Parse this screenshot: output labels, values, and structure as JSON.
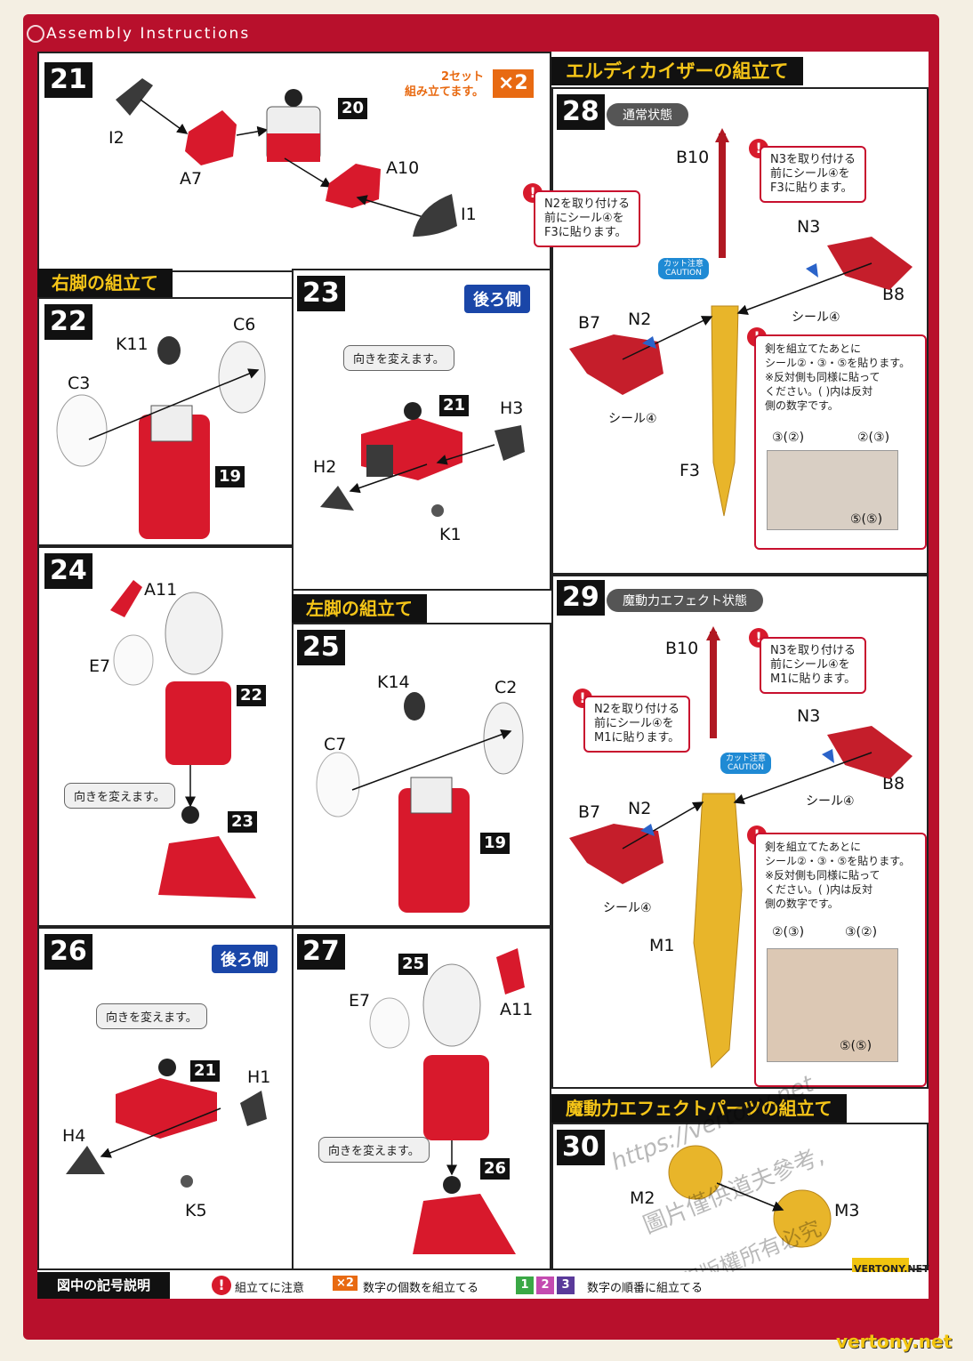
{
  "header": {
    "title": "Assembly Instructions"
  },
  "steps": {
    "s21": {
      "number": "21",
      "x2_text": "2セット\n組み立てます。",
      "x2_badge": "×2",
      "labels": [
        "I2",
        "A7",
        "20",
        "A10",
        "I1"
      ]
    },
    "s22": {
      "number": "22",
      "labels": [
        "K11",
        "C6",
        "C3",
        "19"
      ]
    },
    "s23": {
      "number": "23",
      "back": "後ろ側",
      "bubble": "向きを変えます。",
      "labels": [
        "21",
        "H3",
        "H2",
        "K1"
      ]
    },
    "s24": {
      "number": "24",
      "bubble": "向きを変えます。",
      "labels": [
        "A11",
        "E7",
        "22",
        "23"
      ]
    },
    "s25": {
      "number": "25",
      "labels": [
        "K14",
        "C2",
        "C7",
        "19"
      ]
    },
    "s26": {
      "number": "26",
      "back": "後ろ側",
      "bubble": "向きを変えます。",
      "labels": [
        "21",
        "H1",
        "H4",
        "K5"
      ]
    },
    "s27": {
      "number": "27",
      "bubble": "向きを変えます。",
      "labels": [
        "25",
        "E7",
        "A11",
        "26"
      ]
    },
    "s28": {
      "number": "28",
      "mode": "通常状態",
      "note_n2": "N2を取り付ける\n前にシール④を\nF3に貼ります。",
      "note_n3": "N3を取り付ける\n前にシール④を\nF3に貼ります。",
      "note_sword": "剣を組立てたあとに\nシール②・③・⑤を貼ります。\n※反対側も同様に貼って\nください。( )内は反対\n側の数字です。",
      "caution": "カット注意\nCAUTION",
      "labels": [
        "B10",
        "N3",
        "B8",
        "B7",
        "N2",
        "シール④",
        "シール④",
        "F3",
        "③(②)",
        "②(③)",
        "⑤(⑤)"
      ]
    },
    "s29": {
      "number": "29",
      "mode": "魔動力エフェクト状態",
      "note_n2": "N2を取り付ける\n前にシール④を\nM1に貼ります。",
      "note_n3": "N3を取り付ける\n前にシール④を\nM1に貼ります。",
      "note_sword": "剣を組立てたあとに\nシール②・③・⑤を貼ります。\n※反対側も同様に貼って\nください。( )内は反対\n側の数字です。",
      "caution": "カット注意\nCAUTION",
      "labels": [
        "B10",
        "N3",
        "B8",
        "B7",
        "N2",
        "シール④",
        "シール④",
        "M1",
        "②(③)",
        "③(②)",
        "⑤(⑤)"
      ]
    },
    "s30": {
      "number": "30",
      "labels": [
        "M2",
        "M3"
      ]
    }
  },
  "sections": {
    "right_leg": "右脚の組立て",
    "left_leg": "左脚の組立て",
    "eldi": "エルディカイザーの組立て",
    "effect": "魔動力エフェクトパーツの組立て"
  },
  "legend": {
    "title": "図中の記号説明",
    "warn_text": "組立てに注意",
    "x2_badge": "×2",
    "x2_text": "数字の個数を組立てる",
    "order_nums": [
      "1",
      "2",
      "3"
    ],
    "order_text": "数字の順番に組立てる"
  },
  "watermarks": [
    "https://vertony.net",
    "圖片僅供道夫參考,",
    "翻印版權所有必究",
    "VERTONY.NET",
    "vertony.net"
  ],
  "colors": {
    "frame": "#b8102c",
    "part_red": "#d8192c",
    "part_gray": "#3a3a3a",
    "gold": "#e8b52a",
    "order1": "#3aa845",
    "order2": "#c44bb0",
    "order3": "#5a3a9a"
  }
}
